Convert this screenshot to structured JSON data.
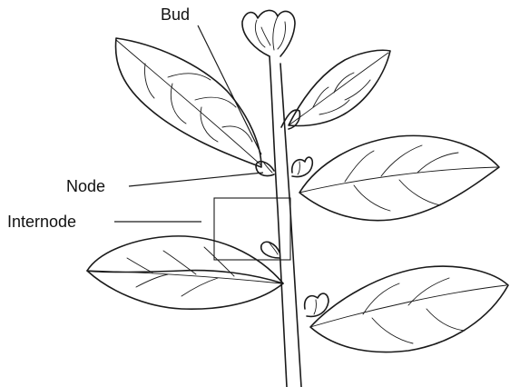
{
  "labels": {
    "bud": "Bud",
    "node": "Node",
    "internode": "Internode"
  },
  "colors": {
    "ink": "#1a1a1a",
    "background": "#ffffff"
  }
}
